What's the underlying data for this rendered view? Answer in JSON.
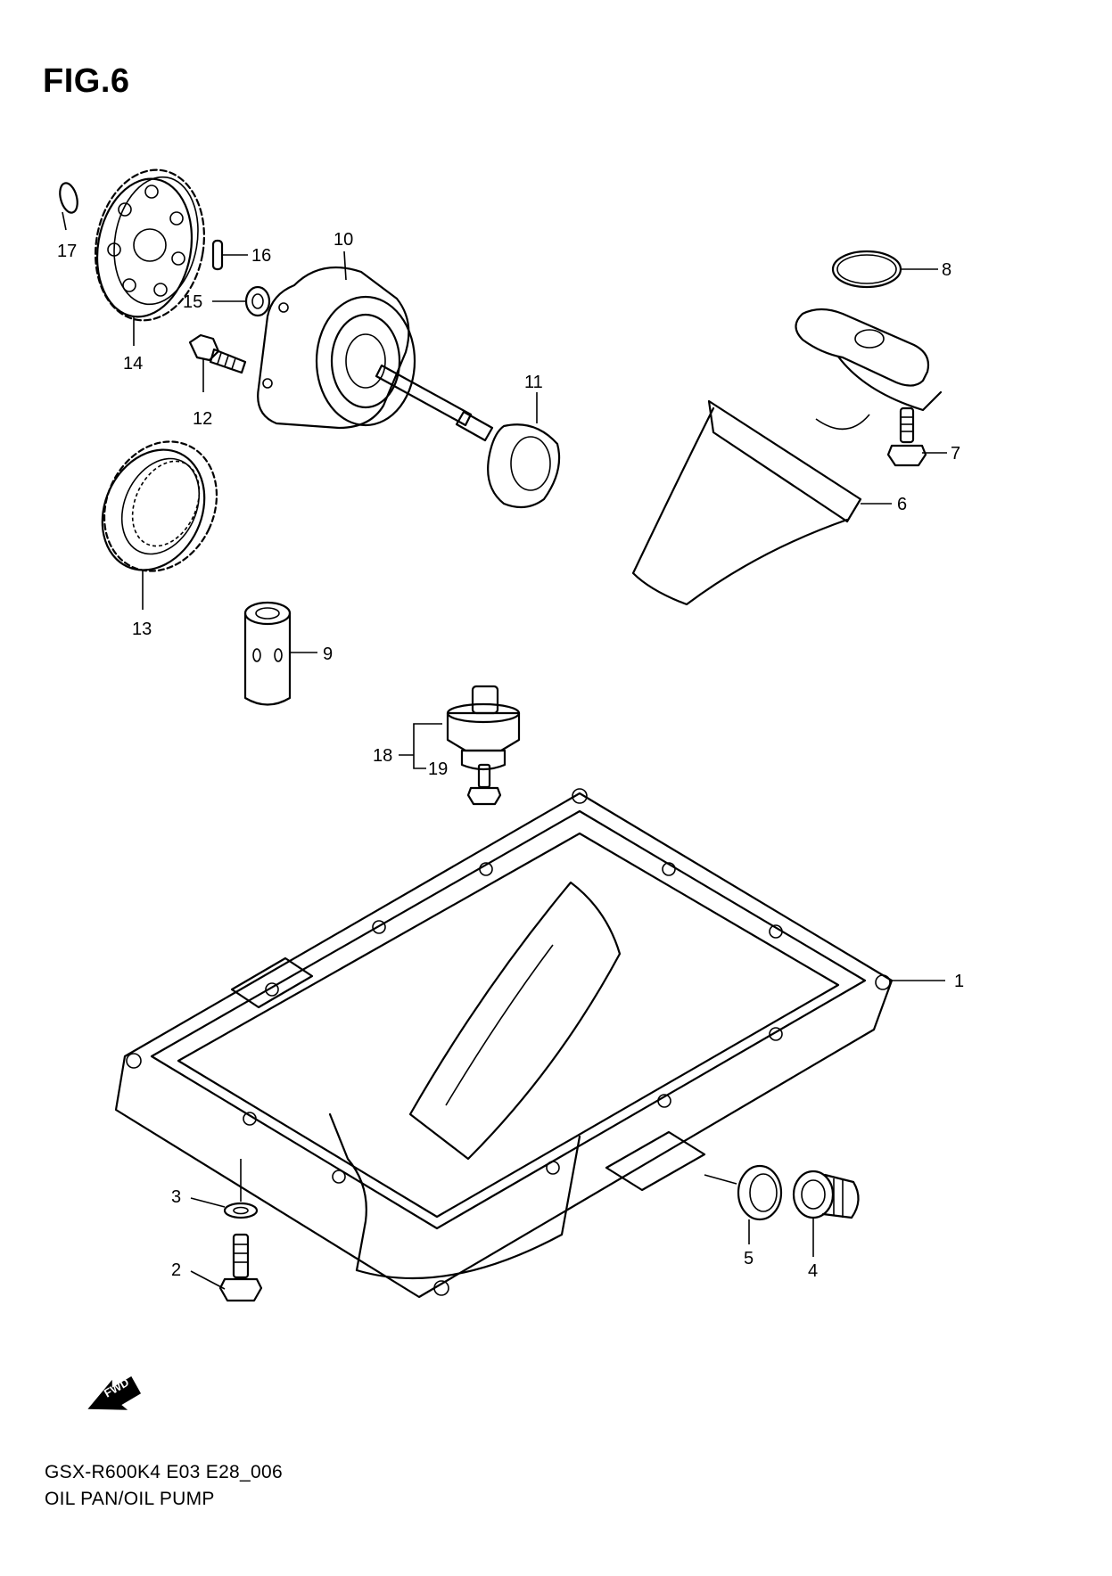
{
  "figure": {
    "title": "FIG.6",
    "model_code": "GSX-R600K4 E03 E28_006",
    "section_name": "OIL PAN/OIL PUMP",
    "fwd_label": "FWD"
  },
  "callouts": [
    {
      "id": "1",
      "label": "1"
    },
    {
      "id": "2",
      "label": "2"
    },
    {
      "id": "3",
      "label": "3"
    },
    {
      "id": "4",
      "label": "4"
    },
    {
      "id": "5",
      "label": "5"
    },
    {
      "id": "6",
      "label": "6"
    },
    {
      "id": "7",
      "label": "7"
    },
    {
      "id": "8",
      "label": "8"
    },
    {
      "id": "9",
      "label": "9"
    },
    {
      "id": "10",
      "label": "10"
    },
    {
      "id": "11",
      "label": "11"
    },
    {
      "id": "12",
      "label": "12"
    },
    {
      "id": "13",
      "label": "13"
    },
    {
      "id": "14",
      "label": "14"
    },
    {
      "id": "15",
      "label": "15"
    },
    {
      "id": "16",
      "label": "16"
    },
    {
      "id": "17",
      "label": "17"
    },
    {
      "id": "18",
      "label": "18"
    },
    {
      "id": "19",
      "label": "19"
    }
  ]
}
